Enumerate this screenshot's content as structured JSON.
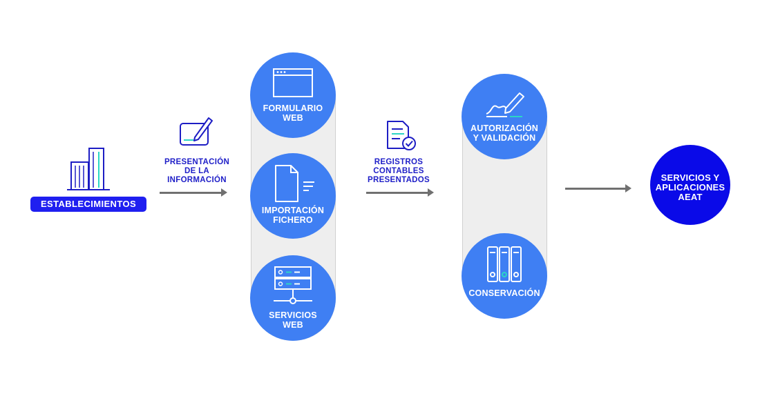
{
  "establishment": {
    "label": "ESTABLECIMIENTOS"
  },
  "step1": {
    "caption_lines": [
      "PRESENTACIÓN",
      "DE LA",
      "INFORMACIÓN"
    ]
  },
  "submission_channels": [
    {
      "lines": [
        "FORMULARIO",
        "WEB"
      ],
      "icon": "browser-window-icon"
    },
    {
      "lines": [
        "IMPORTACIÓN",
        "FICHERO"
      ],
      "icon": "document-file-icon"
    },
    {
      "lines": [
        "SERVICIOS",
        "WEB"
      ],
      "icon": "server-network-icon"
    }
  ],
  "step2": {
    "caption_lines": [
      "REGISTROS",
      "CONTABLES",
      "PRESENTADOS"
    ]
  },
  "processing": [
    {
      "lines": [
        "AUTORIZACIÓN",
        "Y VALIDACIÓN"
      ],
      "icon": "signature-pen-icon"
    },
    {
      "lines": [
        "CONSERVACIÓN"
      ],
      "icon": "binders-archive-icon"
    }
  ],
  "destination": {
    "lines": [
      "SERVICIOS Y",
      "APLICACIONES",
      "AEAT"
    ]
  },
  "colors": {
    "primary_blue": "#3f7ff3",
    "navy": "#1d1dc4",
    "badge_blue": "#1f1ff0",
    "destination_blue": "#0a0ae8",
    "arrow_gray": "#707070"
  }
}
